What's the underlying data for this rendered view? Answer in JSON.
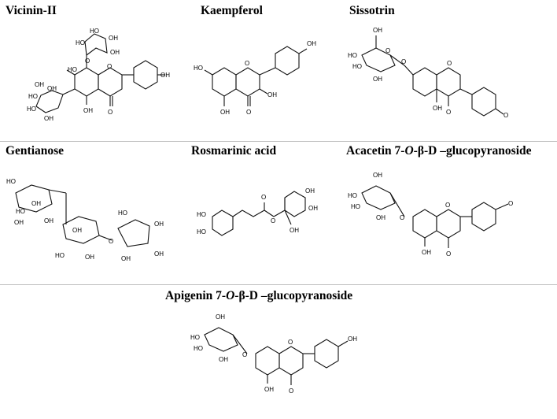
{
  "compounds": [
    {
      "name": "Vicinin-II"
    },
    {
      "name": "Kaempferol"
    },
    {
      "name": "Sissotrin"
    },
    {
      "name": "Gentianose"
    },
    {
      "name": "Rosmarinic acid"
    },
    {
      "name_pre": "Acacetin 7-",
      "name_o": "O",
      "name_post": "-β-D –glucopyranoside"
    },
    {
      "name_pre": "Apigenin 7-",
      "name_o": "O",
      "name_post": "-β-D –glucopyranoside"
    }
  ],
  "atom_labels": {
    "oh": "OH",
    "ho": "HO",
    "o": "O"
  }
}
